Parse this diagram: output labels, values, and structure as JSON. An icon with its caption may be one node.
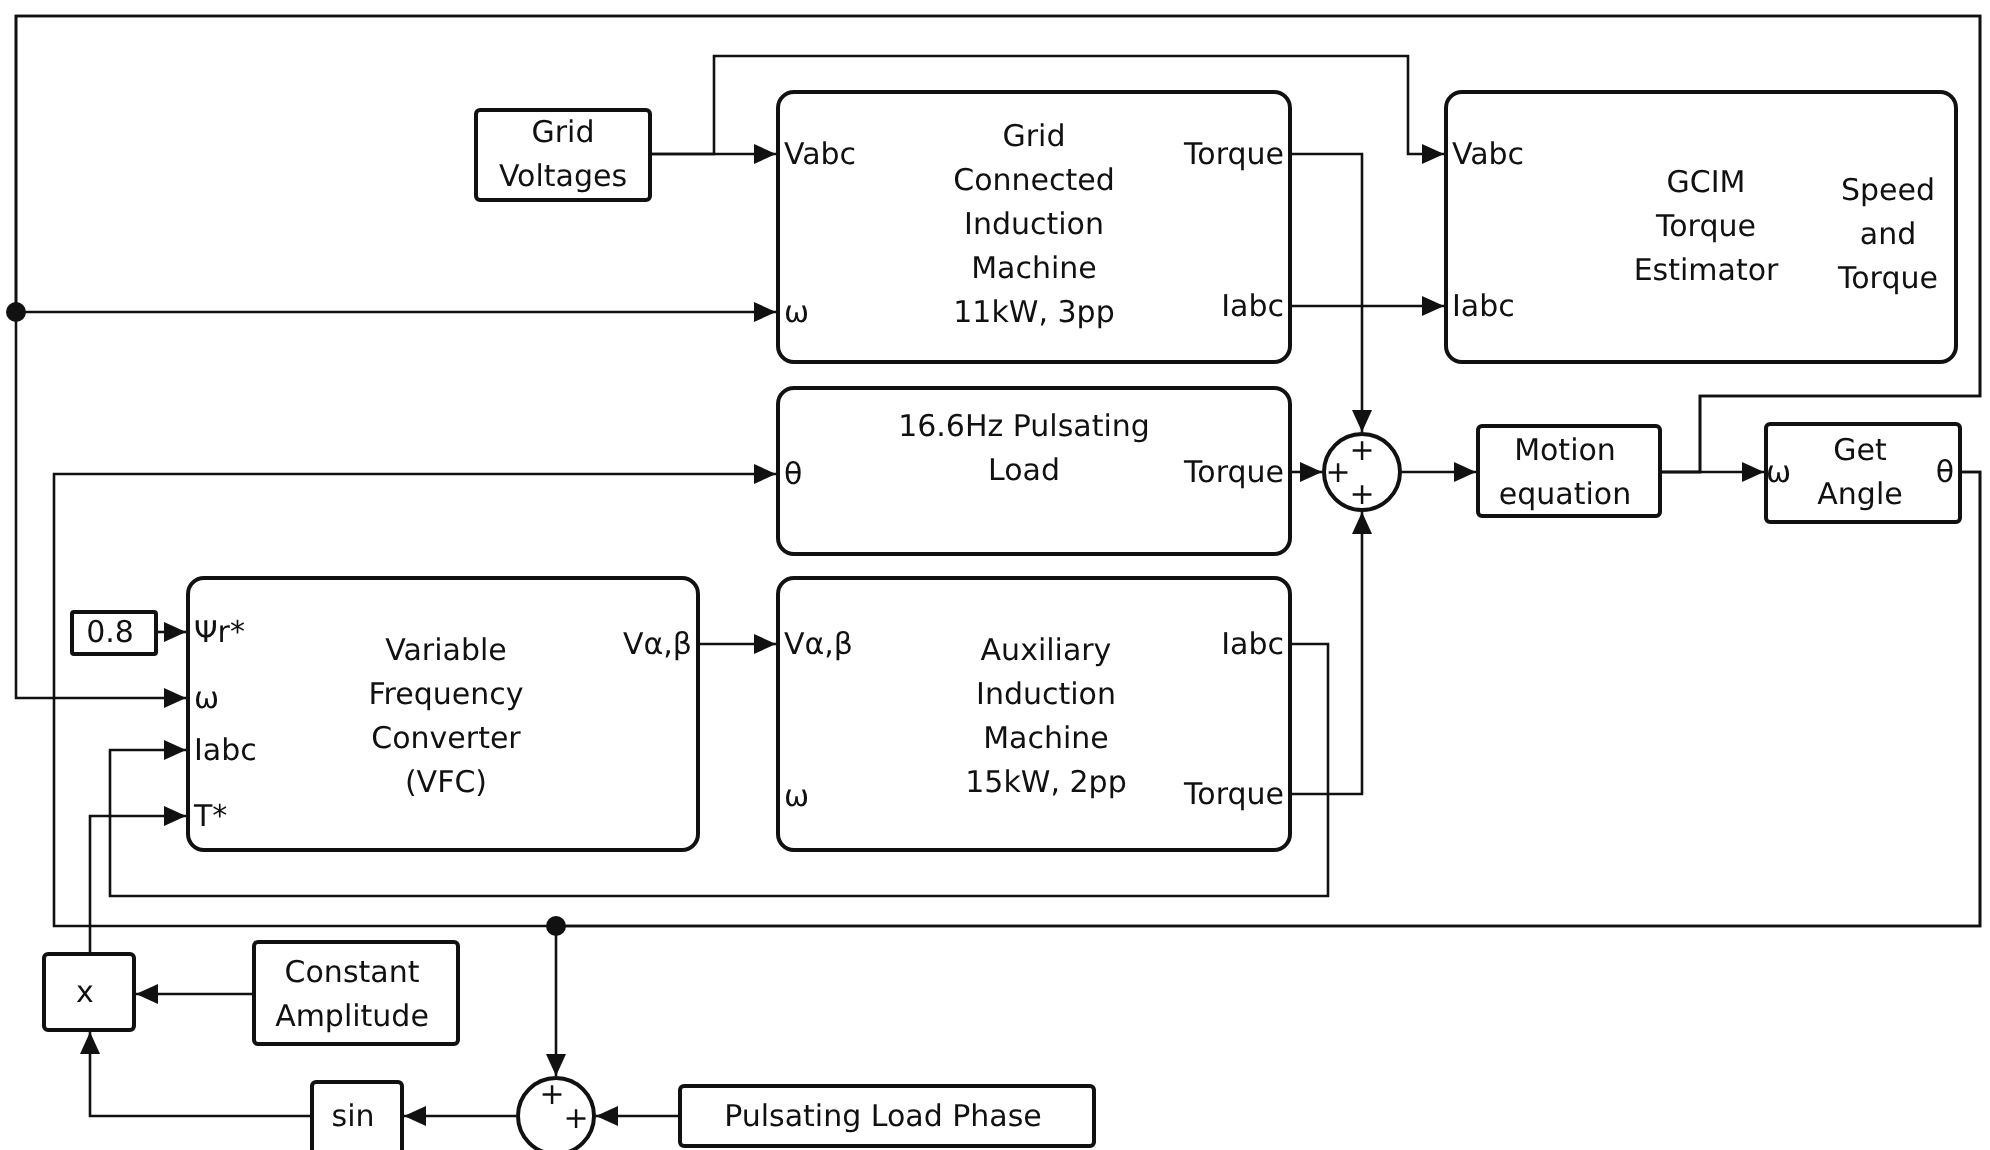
{
  "diagram": {
    "nodes": [
      {
        "text": [
          "Grid Voltages"
        ]
      },
      {
        "text": [
          "Vabc",
          "ω",
          "Grid Connected Induction Machine 11kW, 3pp",
          "Torque",
          "Iabc"
        ]
      },
      {
        "text": [
          "Vabc",
          "Iabc",
          "GCIM Torque Estimator",
          "Speed and Torque"
        ]
      },
      {
        "text": [
          "θ",
          "16.6Hz Pulsating Load",
          "Torque"
        ]
      },
      {
        "text": [
          "+",
          "+",
          "+"
        ]
      },
      {
        "text": [
          "Motion equation"
        ]
      },
      {
        "text": [
          "ω",
          "Get Angle",
          "θ"
        ]
      },
      {
        "text": [
          "0.8"
        ]
      },
      {
        "text": [
          "Ψr*",
          "ω",
          "Iabc",
          "T*",
          "Variable Frequency Converter (VFC)",
          "Vα,β"
        ]
      },
      {
        "text": [
          "Vα,β",
          "ω",
          "Auxiliary Induction Machine 15kW, 2pp",
          "Iabc",
          "Torque"
        ]
      },
      {
        "text": [
          "x"
        ]
      },
      {
        "text": [
          "Constant Amplitude"
        ]
      },
      {
        "text": [
          "sin"
        ]
      },
      {
        "text": [
          "+",
          "+"
        ]
      },
      {
        "text": [
          "Pulsating Load Phase"
        ]
      }
    ],
    "edges": [
      {
        "from": 0,
        "to": 1,
        "arrow": "to"
      },
      {
        "from": 0,
        "to": 2,
        "arrow": "to"
      },
      {
        "from": 1,
        "to": 2,
        "arrow": "to"
      },
      {
        "from": 1,
        "to": 4,
        "arrow": "to"
      },
      {
        "from": 3,
        "to": 4,
        "arrow": "to"
      },
      {
        "from": 9,
        "to": 4,
        "arrow": "to"
      },
      {
        "from": 4,
        "to": 5,
        "arrow": "to"
      },
      {
        "from": 5,
        "to": 6,
        "arrow": "to"
      },
      {
        "from": 5,
        "to": 1,
        "arrow": "to"
      },
      {
        "from": 5,
        "to": 8,
        "arrow": "to"
      },
      {
        "from": 6,
        "to": 3,
        "arrow": "to"
      },
      {
        "from": 6,
        "to": 13,
        "arrow": "to"
      },
      {
        "from": 14,
        "to": 13,
        "arrow": "to"
      },
      {
        "from": 13,
        "to": 12,
        "arrow": "to"
      },
      {
        "from": 12,
        "to": 10,
        "arrow": "to"
      },
      {
        "from": 11,
        "to": 10,
        "arrow": "to"
      },
      {
        "from": 10,
        "to": 8,
        "arrow": "to"
      },
      {
        "from": 9,
        "to": 8,
        "arrow": "to"
      },
      {
        "from": 7,
        "to": 8,
        "arrow": "to"
      },
      {
        "from": 8,
        "to": 9,
        "arrow": "to"
      }
    ]
  }
}
